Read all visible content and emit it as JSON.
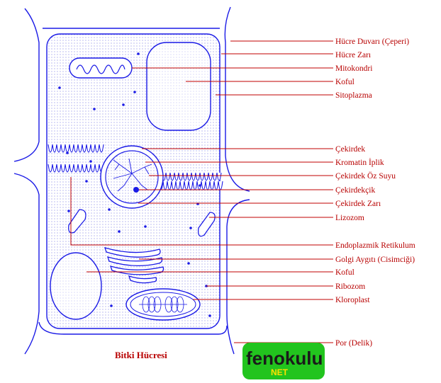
{
  "caption": "Bitki Hücresi",
  "logo": {
    "main": "fenokulu",
    "sub": "NET"
  },
  "colors": {
    "cell": "#1a1ae6",
    "label": "#b80000",
    "logo_green": "#22c41e",
    "logo_yellow": "#ffe000"
  },
  "labels": [
    "Hücre Duvarı (Çeperi)",
    "Hücre Zarı",
    "Mitokondri",
    "Koful",
    "Sitoplazma",
    "Çekirdek",
    "Kromatin İplik",
    "Çekirdek Öz Suyu",
    "Çekirdekçik",
    "Çekirdek Zarı",
    "Lizozom",
    "Endoplazmik Retikulum",
    "Golgi Aygıtı (Cisimciği)",
    "Koful",
    "Ribozom",
    "Kloroplast",
    "Por (Delik)"
  ]
}
